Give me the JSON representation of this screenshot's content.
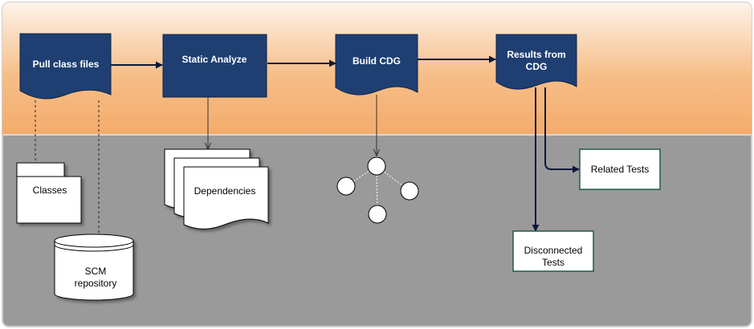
{
  "process": {
    "pull_class_files": "Pull class files",
    "static_analyze": "Static Analyze",
    "build_cdg": "Build CDG",
    "results_line1": "Results from",
    "results_line2": "CDG"
  },
  "artifacts": {
    "classes": "Classes",
    "scm_line1": "SCM",
    "scm_line2": "repository",
    "dependencies": "Dependencies"
  },
  "outputs": {
    "related_tests": "Related Tests",
    "disconnected_line1": "Disconnected",
    "disconnected_line2": "Tests"
  },
  "colors": {
    "process_fill": "#1f3f72",
    "output_border": "#1d5a4c",
    "arrow": "#0d1a3a"
  }
}
